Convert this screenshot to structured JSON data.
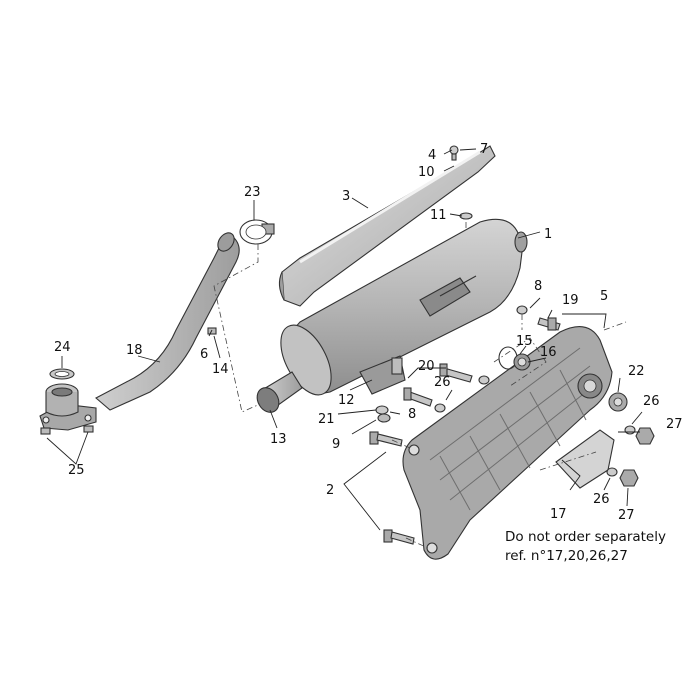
{
  "labels": {
    "l1": "1",
    "l2": "2",
    "l3": "3",
    "l4": "4",
    "l5": "5",
    "l6": "6",
    "l7": "7",
    "l8a": "8",
    "l8b": "8",
    "l9": "9",
    "l10": "10",
    "l11": "11",
    "l12": "12",
    "l13": "13",
    "l14": "14",
    "l15": "15",
    "l16": "16",
    "l17": "17",
    "l18": "18",
    "l19": "19",
    "l20": "20",
    "l21": "21",
    "l22": "22",
    "l23": "23",
    "l24": "24",
    "l25": "25",
    "l26a": "26",
    "l26b": "26",
    "l26c": "26",
    "l27a": "27",
    "l27b": "27"
  },
  "note": {
    "line1": "Do not order separately",
    "line2": "ref. n°17,20,26,27"
  },
  "colors": {
    "part_fill": "#b8b8b8",
    "part_light": "#d6d6d6",
    "part_dark": "#8c8c8c",
    "line": "#222222"
  }
}
